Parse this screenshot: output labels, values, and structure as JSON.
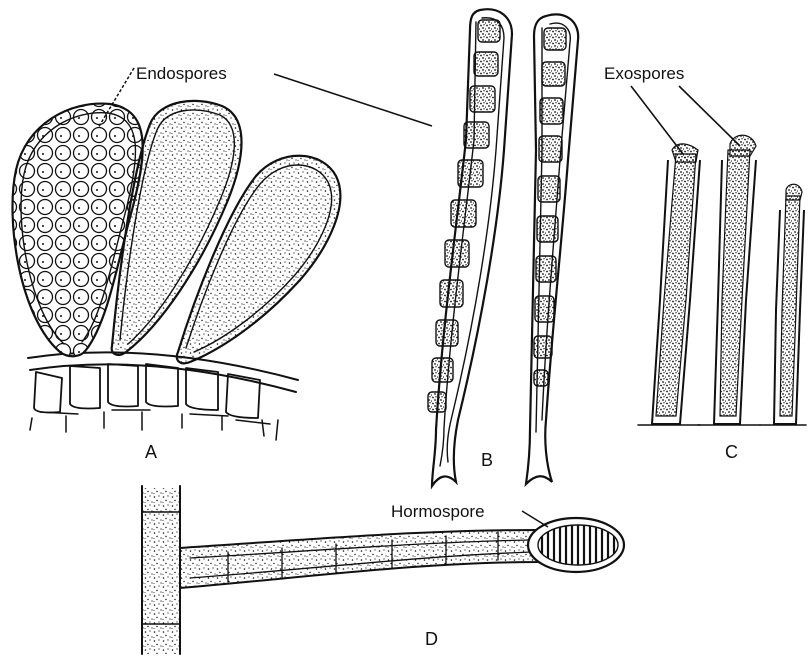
{
  "labels": {
    "endospores": "Endospores",
    "exospores": "Exospores",
    "hormospore": "Hormospore"
  },
  "panels": {
    "a": "A",
    "b": "B",
    "c": "C",
    "d": "D"
  },
  "colors": {
    "ink": "#111111",
    "paper": "#ffffff"
  }
}
